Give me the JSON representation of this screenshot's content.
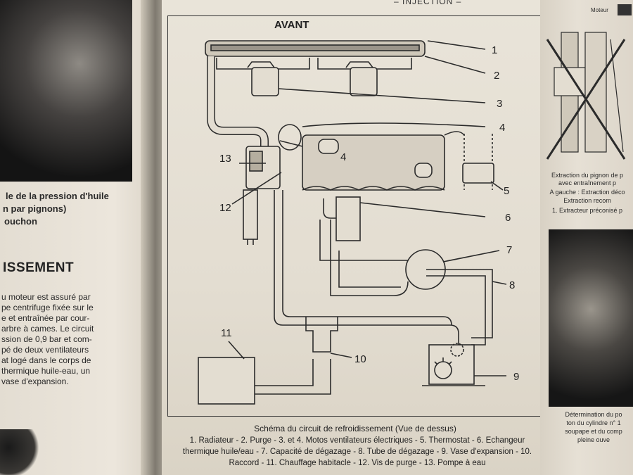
{
  "header": {
    "section": "– INJECTION –",
    "tab": "Moteur"
  },
  "left_page": {
    "bold_lines": [
      "le de la pression d'huile",
      "n par pignons)",
      "ouchon"
    ],
    "heading": "ISSEMENT",
    "body_lines": [
      "u moteur est assuré par",
      "pe centrifuge fixée sur le",
      "e et entraînée par cour-",
      "arbre à cames. Le circuit",
      "ssion de 0,9 bar et com-",
      "pé de deux ventilateurs",
      "at logé dans le corps de",
      "thermique huile-eau, un",
      "vase d'expansion."
    ]
  },
  "diagram": {
    "front_label": "AVANT",
    "callouts": [
      "1",
      "2",
      "3",
      "4",
      "4",
      "5",
      "6",
      "7",
      "8",
      "9",
      "10",
      "11",
      "12",
      "13"
    ]
  },
  "caption": {
    "title": "Schéma du circuit de refroidissement (Vue de dessus)",
    "lines": [
      "1. Radiateur - 2. Purge - 3. et 4. Motos ventilateurs électriques - 5. Thermostat - 6. Echangeur",
      "thermique huile/eau - 7. Capacité de dégazage - 8. Tube de dégazage - 9. Vase d'expansion - 10.",
      "Raccord - 11. Chauffage habitacle - 12. Vis de purge - 13. Pompe à eau"
    ]
  },
  "right_page": {
    "caption_lines": [
      "Extraction du pignon de p",
      "avec entraînement p",
      "A gauche : Extraction déco",
      "Extraction recom",
      "1. Extracteur préconisé p"
    ],
    "bottom_lines": [
      "Détermination du po",
      "ton du cylindre n° 1",
      "soupape et du comp",
      "pleine ouve"
    ]
  }
}
